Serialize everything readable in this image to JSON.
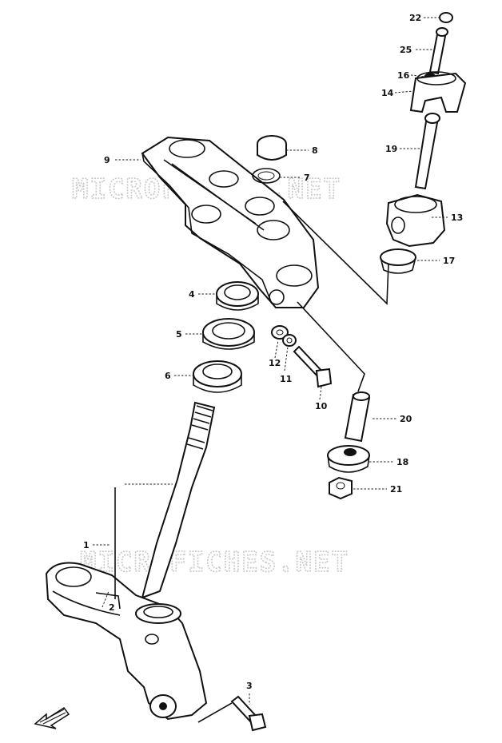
{
  "watermark": {
    "text": "MICROFICHES.NET"
  },
  "callouts": {
    "c1": "1",
    "c2": "2",
    "c3": "3",
    "c4": "4",
    "c5": "5",
    "c6": "6",
    "c7": "7",
    "c8": "8",
    "c9": "9",
    "c10": "10",
    "c11": "11",
    "c12": "12",
    "c13": "13",
    "c14": "14",
    "c16": "16",
    "c17": "17",
    "c18": "18",
    "c19": "19",
    "c20": "20",
    "c21": "21",
    "c22": "22",
    "c25": "25"
  },
  "icons": {
    "direction": "front-direction-arrow-icon"
  }
}
